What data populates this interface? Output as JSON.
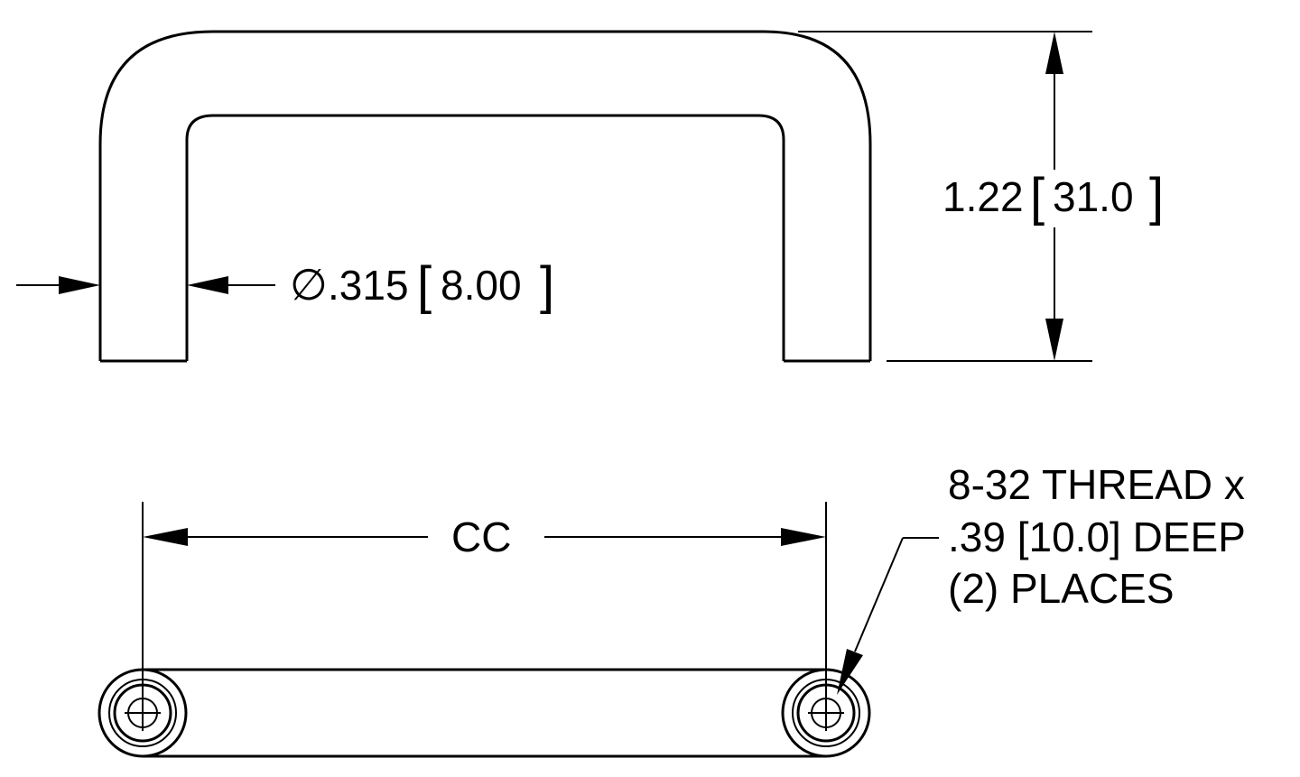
{
  "diagram": {
    "line_color": "#000000",
    "background_color": "#ffffff",
    "diameter_dimension": {
      "symbol": "∅",
      "inch_value": ".315",
      "open_bracket": "[",
      "metric_value": "8.00",
      "close_bracket": "]"
    },
    "height_dimension": {
      "inch_value": "1.22",
      "open_bracket": "[",
      "metric_value": "31.0",
      "close_bracket": "]"
    },
    "center_distance_label": "CC",
    "thread_note": {
      "line1": "8-32 THREAD x",
      "line2": ".39 [10.0] DEEP",
      "line3": "(2) PLACES"
    }
  }
}
